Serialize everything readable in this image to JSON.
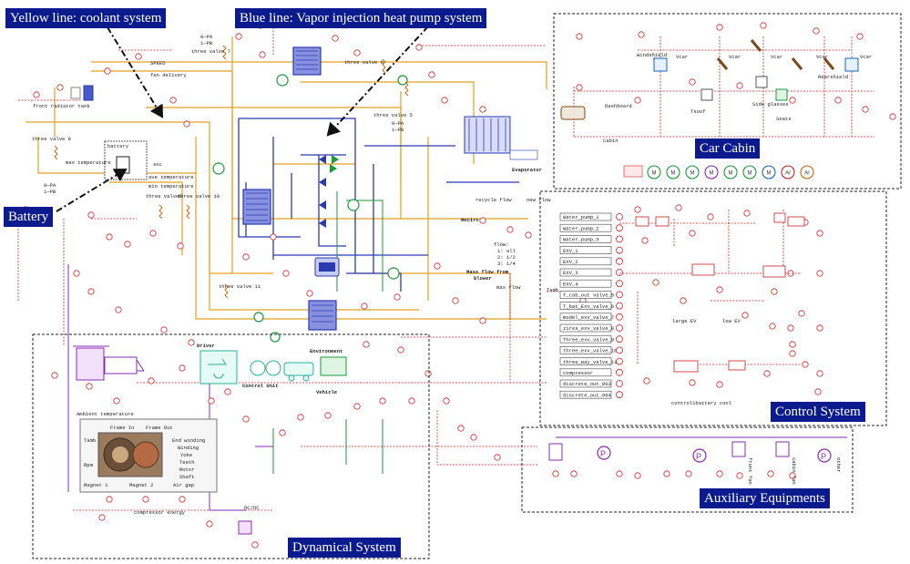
{
  "callouts": {
    "yellow_line": "Yellow line: coolant system",
    "blue_line": "Vapor injection heat pump system",
    "blue_line_prefix": "Blue line:",
    "battery": "Battery",
    "car_cabin": "Car Cabin",
    "control_system": "Control System",
    "auxiliary_equipments": "Auxiliary Equipments",
    "dynamical_system": "Dynamical System"
  },
  "labels": {
    "front_radiator_tank": "front radiator tank",
    "speed": "SPEED",
    "fan_delivery": "fan delivery",
    "three_valve_7": "three valve 7",
    "three_valve_6": "three valve 6",
    "three_valve_8": "three valve 8",
    "three_valve_5": "three valve 5",
    "three_valve_9": "three valve9",
    "three_valve_10": "three valve 10",
    "three_valve_11": "three valve 11",
    "pa_pb_1": "0—PA",
    "pa_pb_2": "1—PB",
    "max_temperature": "max temperature",
    "battery_box": "battery",
    "soc": "soc",
    "ave_temperature": "ave temperature",
    "min_temperature": "min temperature",
    "evaporator": "Evaporator",
    "recycle_flow": "recycle flow",
    "new_flow": "new flow",
    "recirc": "Recirc",
    "flow_legend_title": "flow:",
    "flow_1": "1: all",
    "flow_2": "2: 1/2",
    "flow_3": "3: 1/4",
    "mass_flow_blower": "Mass flow from",
    "blower": "blower",
    "max_flow": "max flow",
    "dashboard": "Dashboard",
    "windshield": "Windshield",
    "tsoof": "Tsoof",
    "side_glasses": "Side glasses",
    "rearshield": "Rearshield",
    "seats": "Seats",
    "cabin": "Cabin",
    "vcar": "Vcar",
    "large_ev": "large EV",
    "low_ev": "low EV",
    "tamb": "Tamb",
    "control_battery_cool": "control1battery cool",
    "driver": "Driver",
    "environment": "Environment",
    "vehicle": "Vehicle",
    "control_unit": "Control Unit",
    "ambient_temperature": "Ambient temperature",
    "frame_in": "Frame In",
    "frame_out": "Frame Out",
    "end_winding": "End winding",
    "winding": "Winding",
    "yoke": "Yoke",
    "teeth": "Teeth",
    "rotor": "Rotor",
    "shaft": "Shaft",
    "rpm": "Rpm",
    "magnet_1": "Magnet 1",
    "magnet_2": "Magnet 2",
    "air_gap": "Air gap",
    "compressor_energy": "compressor energy",
    "dc_dc": "DC/DC",
    "front_fan": "front fan",
    "cabin_fan": "cabin fan",
    "other": "other"
  },
  "control_signals": [
    "Water_pump_1",
    "Water_pump_2",
    "Water_pump_3",
    "EXV_1",
    "EXV_2",
    "EXV_3",
    "EXV_4",
    "T_cab_out valve_5",
    "T_bat_Exv_valve_6",
    "model_exv_valve_7",
    "zires_exv_valve_8",
    "Three_exv_valve_9",
    "three_exv_valve_10",
    "three_way_valve_11",
    "compressor",
    "discrete_out_003",
    "discrete_out_004"
  ],
  "dashboard_knobs": [
    "M",
    "M",
    "M",
    "M",
    "M",
    "M",
    "M",
    "AI",
    "AI"
  ],
  "colors": {
    "callout_bg": "#0b1a8c",
    "coolant": "#e0a020",
    "refrigerant": "#2a3bb0",
    "signal": "#cc2222",
    "air": "#1a9a3a",
    "thermal": "#8a2bb0"
  }
}
